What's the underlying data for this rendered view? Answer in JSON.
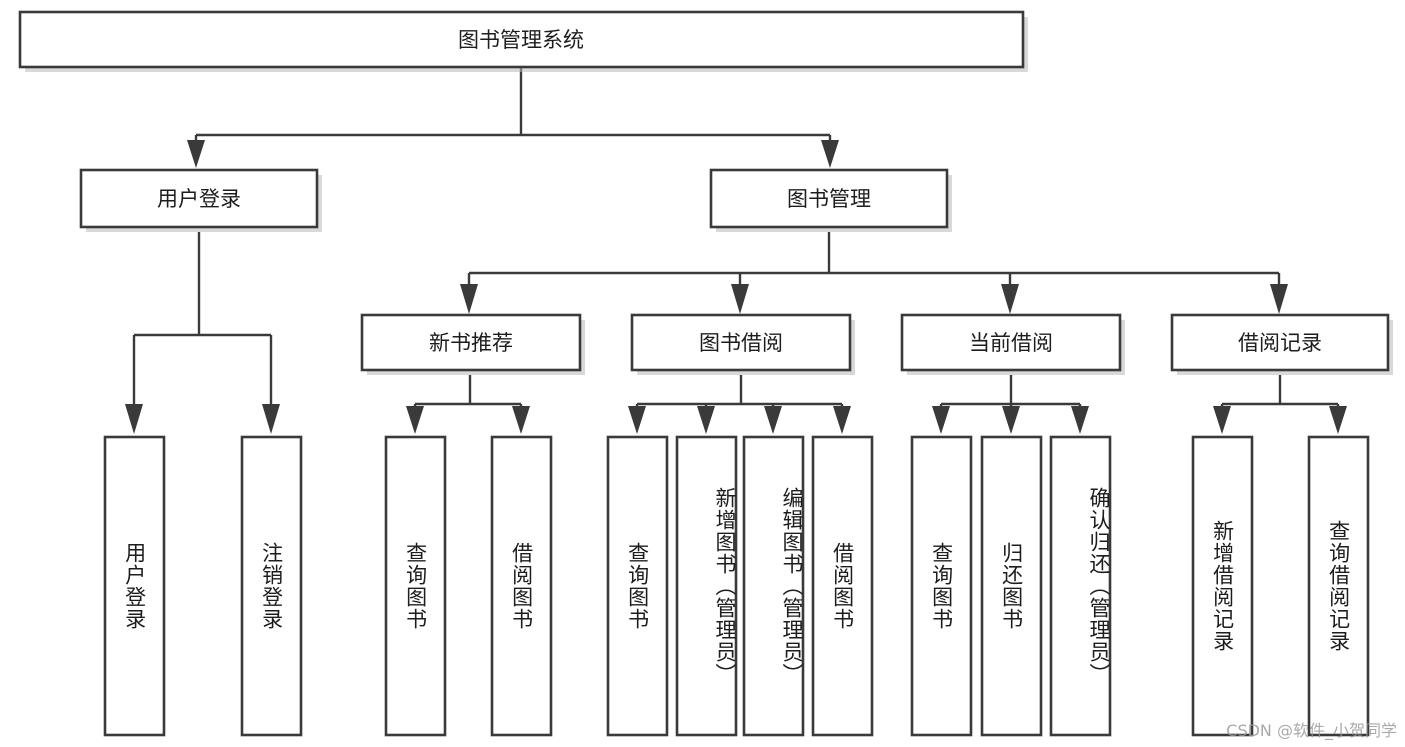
{
  "diagram": {
    "type": "tree-hierarchy",
    "title": "图书管理系统",
    "orientation": "top-down",
    "background_color": "#ffffff",
    "line_color": "#3a3a3a",
    "box_fill": "#ffffff",
    "text_color": "#1d1d1d"
  },
  "nodes": {
    "root": {
      "label": "图书管理系统",
      "level": 1,
      "orientation": "horizontal"
    },
    "level2": [
      {
        "id": "user-login",
        "label": "用户登录",
        "orientation": "horizontal"
      },
      {
        "id": "book-manage",
        "label": "图书管理",
        "orientation": "horizontal"
      }
    ],
    "level3": [
      {
        "id": "new-book-recommend",
        "label": "新书推荐",
        "orientation": "horizontal"
      },
      {
        "id": "book-borrow",
        "label": "图书借阅",
        "orientation": "horizontal"
      },
      {
        "id": "current-borrow",
        "label": "当前借阅",
        "orientation": "horizontal"
      },
      {
        "id": "borrow-record",
        "label": "借阅记录",
        "orientation": "horizontal"
      }
    ],
    "leaves": [
      {
        "id": "leaf-user-login",
        "label": "用户登录",
        "parent": "user-login",
        "orientation": "vertical"
      },
      {
        "id": "leaf-logout",
        "label": "注销登录",
        "parent": "user-login",
        "orientation": "vertical"
      },
      {
        "id": "leaf-query-book-1",
        "label": "查询图书",
        "parent": "new-book-recommend",
        "orientation": "vertical"
      },
      {
        "id": "leaf-borrow-book-1",
        "label": "借阅图书",
        "parent": "new-book-recommend",
        "orientation": "vertical"
      },
      {
        "id": "leaf-query-book-2",
        "label": "查询图书",
        "parent": "book-borrow",
        "orientation": "vertical"
      },
      {
        "id": "leaf-add-book",
        "label": "新增图书（管理员）",
        "parent": "book-borrow",
        "orientation": "vertical"
      },
      {
        "id": "leaf-edit-book",
        "label": "编辑图书（管理员）",
        "parent": "book-borrow",
        "orientation": "vertical"
      },
      {
        "id": "leaf-borrow-book-2",
        "label": "借阅图书",
        "parent": "book-borrow",
        "orientation": "vertical"
      },
      {
        "id": "leaf-query-book-3",
        "label": "查询图书",
        "parent": "current-borrow",
        "orientation": "vertical"
      },
      {
        "id": "leaf-return-book",
        "label": "归还图书",
        "parent": "current-borrow",
        "orientation": "vertical"
      },
      {
        "id": "leaf-confirm-return",
        "label": "确认归还（管理员）",
        "parent": "current-borrow",
        "orientation": "vertical"
      },
      {
        "id": "leaf-add-record",
        "label": "新增借阅记录",
        "parent": "borrow-record",
        "orientation": "vertical"
      },
      {
        "id": "leaf-query-record",
        "label": "查询借阅记录",
        "parent": "borrow-record",
        "orientation": "vertical"
      }
    ]
  },
  "watermark": {
    "text": "CSDN @软件_小贺同学"
  }
}
